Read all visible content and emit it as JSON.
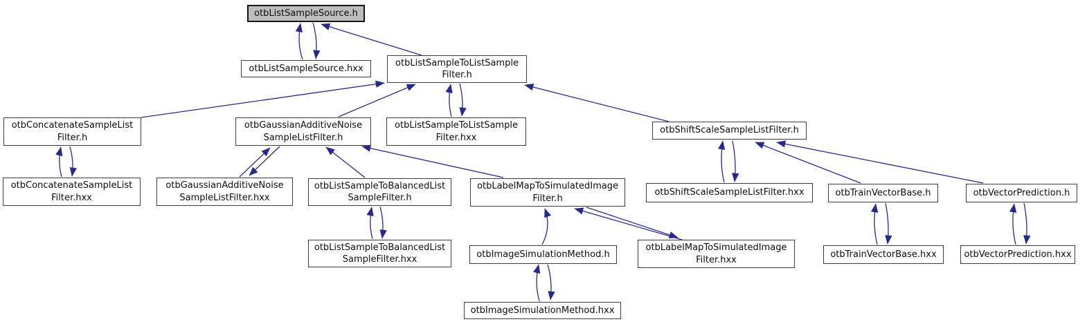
{
  "diagram": {
    "kind": "include-dependency-graph",
    "highlighted_node": "otbListSampleSource.h",
    "colors": {
      "edge": "#27288e",
      "node_border": "#3c3c3c",
      "node_background": "#ffffff",
      "highlight_background": "#bdbdbd",
      "text": "#0d0d0d"
    }
  },
  "nodes": [
    {
      "label": "otbListSampleSource.h",
      "highlighted": true
    },
    {
      "label": "otbListSampleSource.hxx",
      "highlighted": false
    },
    {
      "label": "otbListSampleToListSample Filter.h",
      "highlighted": false
    },
    {
      "label": "otbConcatenateSampleList Filter.h",
      "highlighted": false
    },
    {
      "label": "otbGaussianAdditiveNoise SampleListFilter.h",
      "highlighted": false
    },
    {
      "label": "otbListSampleToListSample Filter.hxx",
      "highlighted": false
    },
    {
      "label": "otbShiftScaleSampleListFilter.h",
      "highlighted": false
    },
    {
      "label": "otbConcatenateSampleList Filter.hxx",
      "highlighted": false
    },
    {
      "label": "otbGaussianAdditiveNoise SampleListFilter.hxx",
      "highlighted": false
    },
    {
      "label": "otbListSampleToBalancedList SampleFilter.h",
      "highlighted": false
    },
    {
      "label": "otbLabelMapToSimulatedImage Filter.h",
      "highlighted": false
    },
    {
      "label": "otbShiftScaleSampleListFilter.hxx",
      "highlighted": false
    },
    {
      "label": "otbTrainVectorBase.h",
      "highlighted": false
    },
    {
      "label": "otbVectorPrediction.h",
      "highlighted": false
    },
    {
      "label": "otbListSampleToBalancedList SampleFilter.hxx",
      "highlighted": false
    },
    {
      "label": "otbImageSimulationMethod.h",
      "highlighted": false
    },
    {
      "label": "otbLabelMapToSimulatedImage Filter.hxx",
      "highlighted": false
    },
    {
      "label": "otbTrainVectorBase.hxx",
      "highlighted": false
    },
    {
      "label": "otbVectorPrediction.hxx",
      "highlighted": false
    },
    {
      "label": "otbImageSimulationMethod.hxx",
      "highlighted": false
    }
  ],
  "edges": [
    {
      "from": "otbListSampleSource.hxx",
      "to": "otbListSampleSource.h"
    },
    {
      "from": "otbListSampleSource.h",
      "to": "otbListSampleSource.hxx"
    },
    {
      "from": "otbListSampleToListSample Filter.h",
      "to": "otbListSampleSource.h"
    },
    {
      "from": "otbConcatenateSampleList Filter.h",
      "to": "otbListSampleToListSample Filter.h"
    },
    {
      "from": "otbGaussianAdditiveNoise SampleListFilter.h",
      "to": "otbListSampleToListSample Filter.h"
    },
    {
      "from": "otbListSampleToListSample Filter.hxx",
      "to": "otbListSampleToListSample Filter.h"
    },
    {
      "from": "otbListSampleToListSample Filter.h",
      "to": "otbListSampleToListSample Filter.hxx"
    },
    {
      "from": "otbShiftScaleSampleListFilter.h",
      "to": "otbListSampleToListSample Filter.h"
    },
    {
      "from": "otbConcatenateSampleList Filter.hxx",
      "to": "otbConcatenateSampleList Filter.h"
    },
    {
      "from": "otbConcatenateSampleList Filter.h",
      "to": "otbConcatenateSampleList Filter.hxx"
    },
    {
      "from": "otbGaussianAdditiveNoise SampleListFilter.hxx",
      "to": "otbGaussianAdditiveNoise SampleListFilter.h"
    },
    {
      "from": "otbGaussianAdditiveNoise SampleListFilter.h",
      "to": "otbGaussianAdditiveNoise SampleListFilter.hxx"
    },
    {
      "from": "otbListSampleToBalancedList SampleFilter.h",
      "to": "otbGaussianAdditiveNoise SampleListFilter.h"
    },
    {
      "from": "otbLabelMapToSimulatedImage Filter.h",
      "to": "otbGaussianAdditiveNoise SampleListFilter.h"
    },
    {
      "from": "otbListSampleToBalancedList SampleFilter.hxx",
      "to": "otbListSampleToBalancedList SampleFilter.h"
    },
    {
      "from": "otbListSampleToBalancedList SampleFilter.h",
      "to": "otbListSampleToBalancedList SampleFilter.hxx"
    },
    {
      "from": "otbImageSimulationMethod.h",
      "to": "otbLabelMapToSimulatedImage Filter.h"
    },
    {
      "from": "otbLabelMapToSimulatedImage Filter.hxx",
      "to": "otbLabelMapToSimulatedImage Filter.h"
    },
    {
      "from": "otbLabelMapToSimulatedImage Filter.h",
      "to": "otbLabelMapToSimulatedImage Filter.hxx"
    },
    {
      "from": "otbImageSimulationMethod.hxx",
      "to": "otbImageSimulationMethod.h"
    },
    {
      "from": "otbImageSimulationMethod.h",
      "to": "otbImageSimulationMethod.hxx"
    },
    {
      "from": "otbShiftScaleSampleListFilter.hxx",
      "to": "otbShiftScaleSampleListFilter.h"
    },
    {
      "from": "otbShiftScaleSampleListFilter.h",
      "to": "otbShiftScaleSampleListFilter.hxx"
    },
    {
      "from": "otbTrainVectorBase.h",
      "to": "otbShiftScaleSampleListFilter.h"
    },
    {
      "from": "otbVectorPrediction.h",
      "to": "otbShiftScaleSampleListFilter.h"
    },
    {
      "from": "otbTrainVectorBase.hxx",
      "to": "otbTrainVectorBase.h"
    },
    {
      "from": "otbTrainVectorBase.h",
      "to": "otbTrainVectorBase.hxx"
    },
    {
      "from": "otbVectorPrediction.hxx",
      "to": "otbVectorPrediction.h"
    },
    {
      "from": "otbVectorPrediction.h",
      "to": "otbVectorPrediction.hxx"
    }
  ]
}
